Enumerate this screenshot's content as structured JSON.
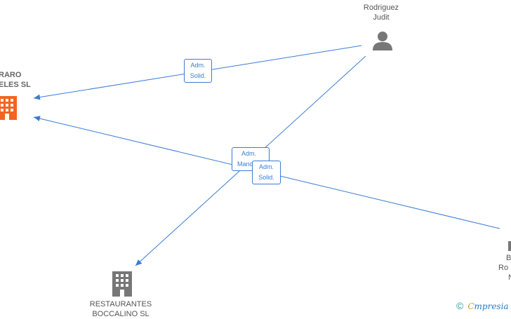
{
  "nodes": {
    "rodriguez": {
      "line1": "Rodriguez",
      "line2": "Judit"
    },
    "company_left": {
      "line1": "RARO",
      "line2": "ELES  SL"
    },
    "restaurantes": {
      "line1": "RESTAURANTES",
      "line2": "BOCCALINO  SL"
    },
    "right_person": {
      "line1": "B",
      "line2": "Ro",
      "line3": "N"
    }
  },
  "edges": {
    "e1": {
      "line1": "Adm.",
      "line2": "Solid."
    },
    "e2": {
      "line1": "Adm.",
      "line2": "Manc."
    },
    "e3": {
      "line1": "Adm.",
      "line2": "Solid."
    }
  },
  "brand": {
    "copyright": "©",
    "e": "C",
    "rest": "mpresia"
  },
  "colors": {
    "edge": "#3a7bd5",
    "company_highlight": "#f26522",
    "company": "#777777",
    "person": "#777777"
  }
}
